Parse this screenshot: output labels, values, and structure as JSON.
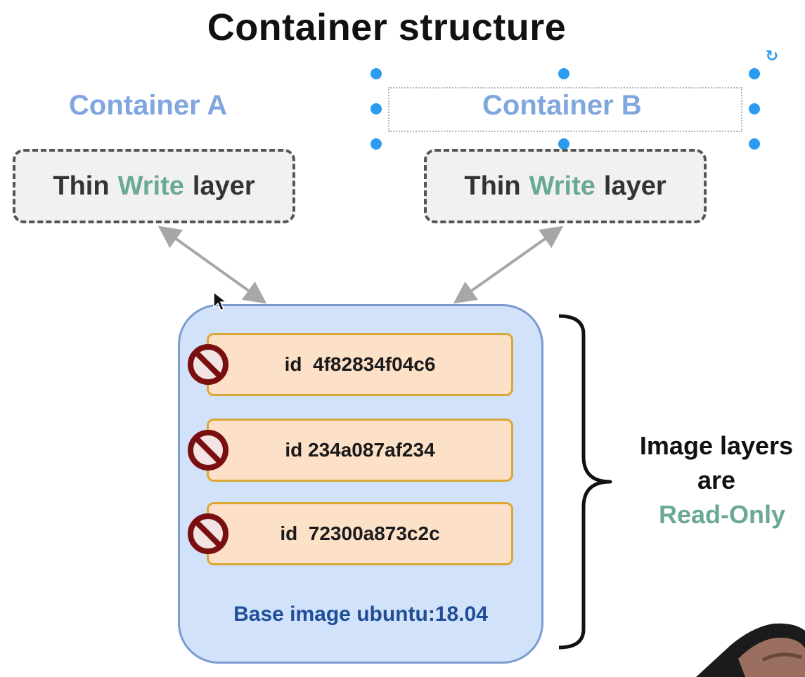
{
  "title": "Container structure",
  "containers": {
    "a": {
      "label": "Container A",
      "write_layer": {
        "prefix": "Thin",
        "highlight": "Write",
        "suffix": "layer"
      }
    },
    "b": {
      "label": "Container B",
      "write_layer": {
        "prefix": "Thin",
        "highlight": "Write",
        "suffix": "layer"
      }
    }
  },
  "image": {
    "layers": [
      {
        "text": "id  4f82834f04c6",
        "icon": "no-entry-icon"
      },
      {
        "text": "id 234a087af234",
        "icon": "no-entry-icon"
      },
      {
        "text": "id  72300a873c2c",
        "icon": "no-entry-icon"
      }
    ],
    "base_label": "Base image ubuntu:18.04"
  },
  "caption": {
    "line1": "Image layers",
    "line2": "are",
    "line3": "Read-Only"
  },
  "colors": {
    "container_label": "#7fa6df",
    "write_highlight": "#6aaa90",
    "image_box_fill": "#d2e2fb",
    "layer_fill": "#fde0c8",
    "base_label": "#1f4e96",
    "selection_handle": "#2b9bf0"
  }
}
